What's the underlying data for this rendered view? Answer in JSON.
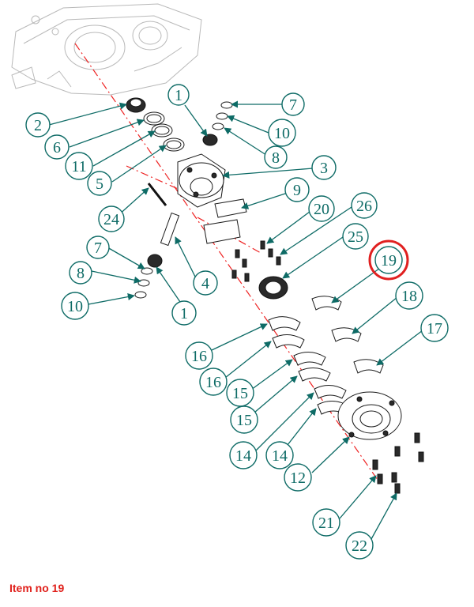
{
  "caption": {
    "label": "Item no",
    "item": "19"
  },
  "highlighted_callout": "19",
  "colors": {
    "callout": "#0e6b66",
    "highlight": "#e02020",
    "axis": "#e22222"
  },
  "callouts": [
    "1",
    "2",
    "3",
    "4",
    "5",
    "6",
    "7",
    "8",
    "9",
    "10",
    "11",
    "12",
    "14",
    "15",
    "16",
    "17",
    "18",
    "19",
    "20",
    "21",
    "22",
    "24",
    "25",
    "26"
  ]
}
